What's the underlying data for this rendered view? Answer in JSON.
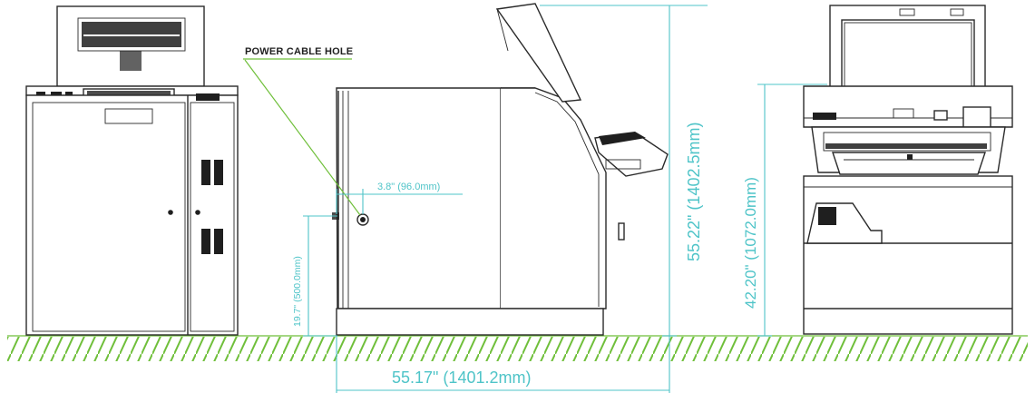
{
  "callouts": {
    "power_cable_hole": "POWER CABLE HOLE"
  },
  "dimensions": {
    "side_offset": "3.8\" (96.0mm)",
    "side_height_hole": "19.7\" (500.0mm)",
    "overall_height": "55.22\" (1402.5mm)",
    "overall_depth": "55.17\" (1401.2mm)",
    "front_height": "42.20\" (1072.0mm)"
  },
  "colors": {
    "line": "#2a2a2a",
    "dimension": "#4fc4c8",
    "ground_hatch": "#6fbf3a"
  }
}
